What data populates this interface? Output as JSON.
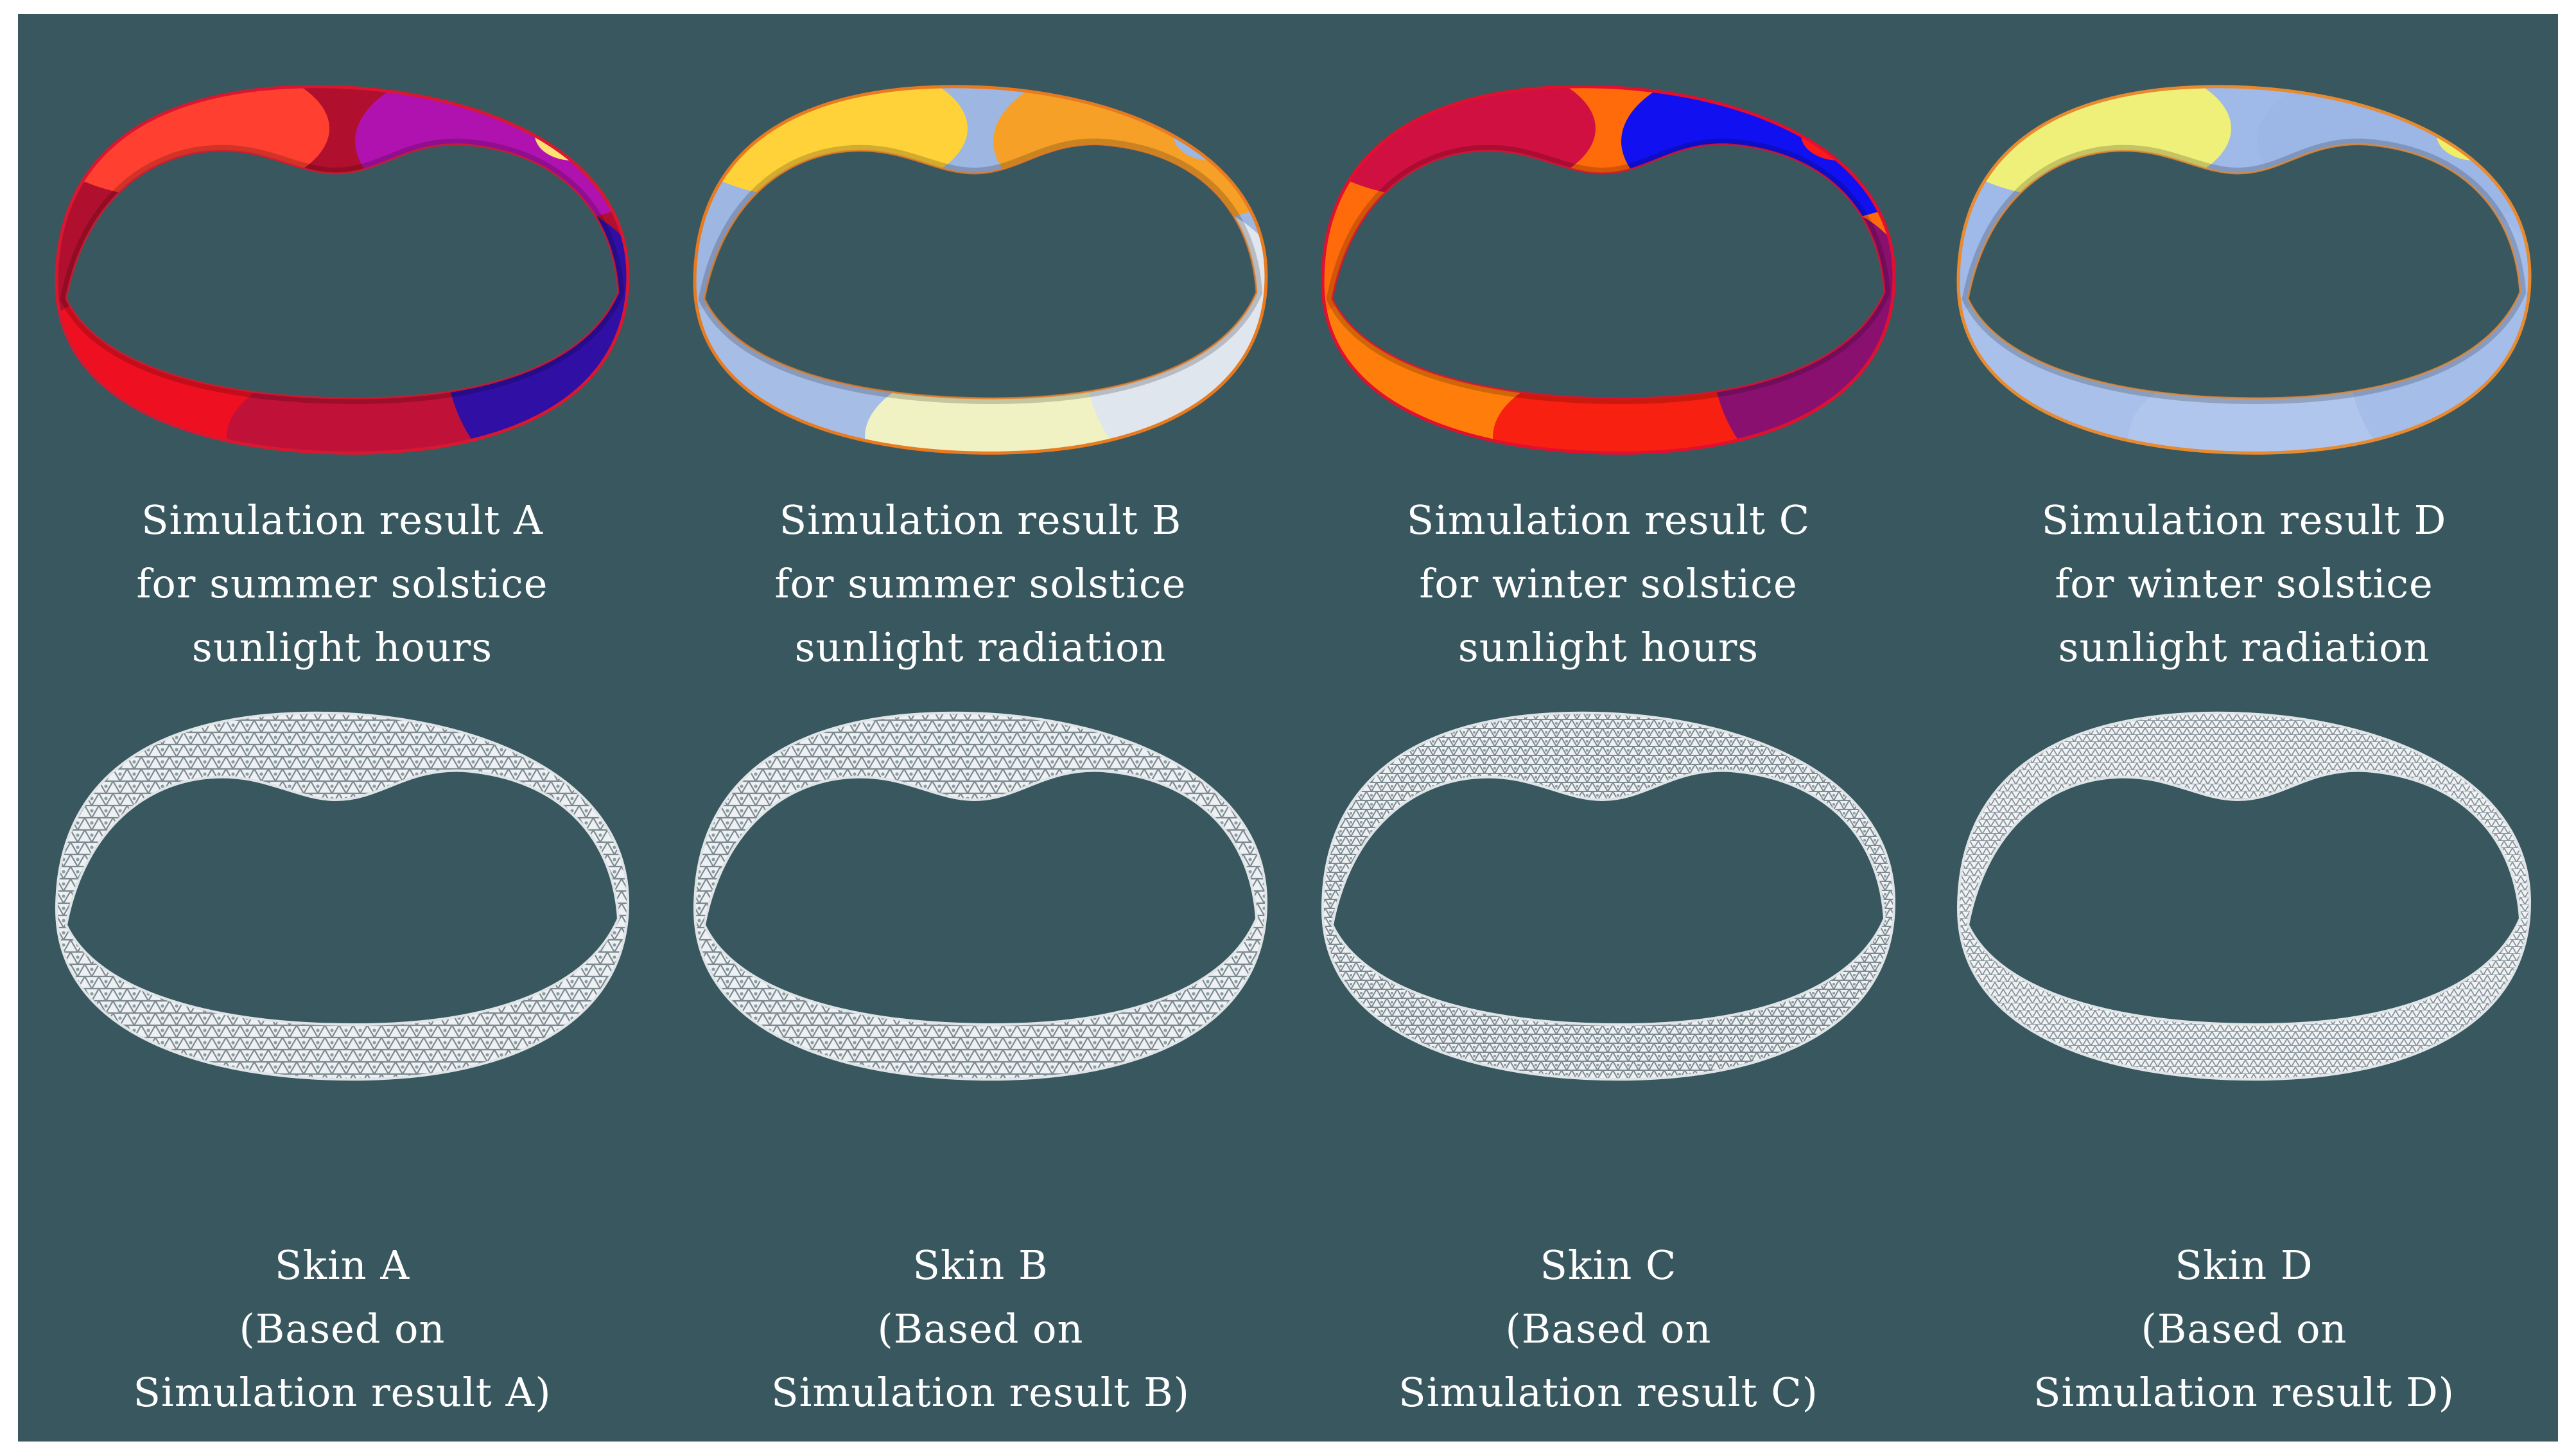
{
  "columns": [
    {
      "id": "A",
      "simulation": [
        "Simulation result A",
        "for summer solstice",
        "sunlight hours"
      ],
      "skin": [
        "Skin A",
        "(Based on",
        "Simulation result A)"
      ],
      "colors": [
        "#b0102e",
        "#ee1020",
        "#c01238",
        "#2f0fa4",
        "#b012b0",
        "#ff4030",
        "#ffe070"
      ],
      "rimColor": "#d81830"
    },
    {
      "id": "B",
      "simulation": [
        "Simulation result B",
        "for summer solstice",
        "sunlight radiation"
      ],
      "skin": [
        "Skin B",
        "(Based on",
        "Simulation result B)"
      ],
      "colors": [
        "#9db6e2",
        "#a6bde6",
        "#f0f2c4",
        "#e0e6ee",
        "#f6a028",
        "#ffd23a",
        "#9db6e2"
      ],
      "rimColor": "#e87a20"
    },
    {
      "id": "C",
      "simulation": [
        "Simulation result C",
        "for winter solstice",
        "sunlight hours"
      ],
      "skin": [
        "Skin C",
        "(Based on",
        "Simulation result C)"
      ],
      "colors": [
        "#ff6a0a",
        "#ff7d0a",
        "#f82010",
        "#8a1070",
        "#1010f0",
        "#d01040",
        "#ff1a1a"
      ],
      "rimColor": "#e01030"
    },
    {
      "id": "D",
      "simulation": [
        "Simulation result D",
        "for winter solstice",
        "sunlight radiation"
      ],
      "skin": [
        "Skin D",
        "(Based on",
        "Simulation result D)"
      ],
      "colors": [
        "#9fb9e8",
        "#a8c0ea",
        "#b1c6ec",
        "#a4bde9",
        "#9cb6e6",
        "#eef07a",
        "#f0ee66"
      ],
      "rimColor": "#e88a30"
    }
  ]
}
